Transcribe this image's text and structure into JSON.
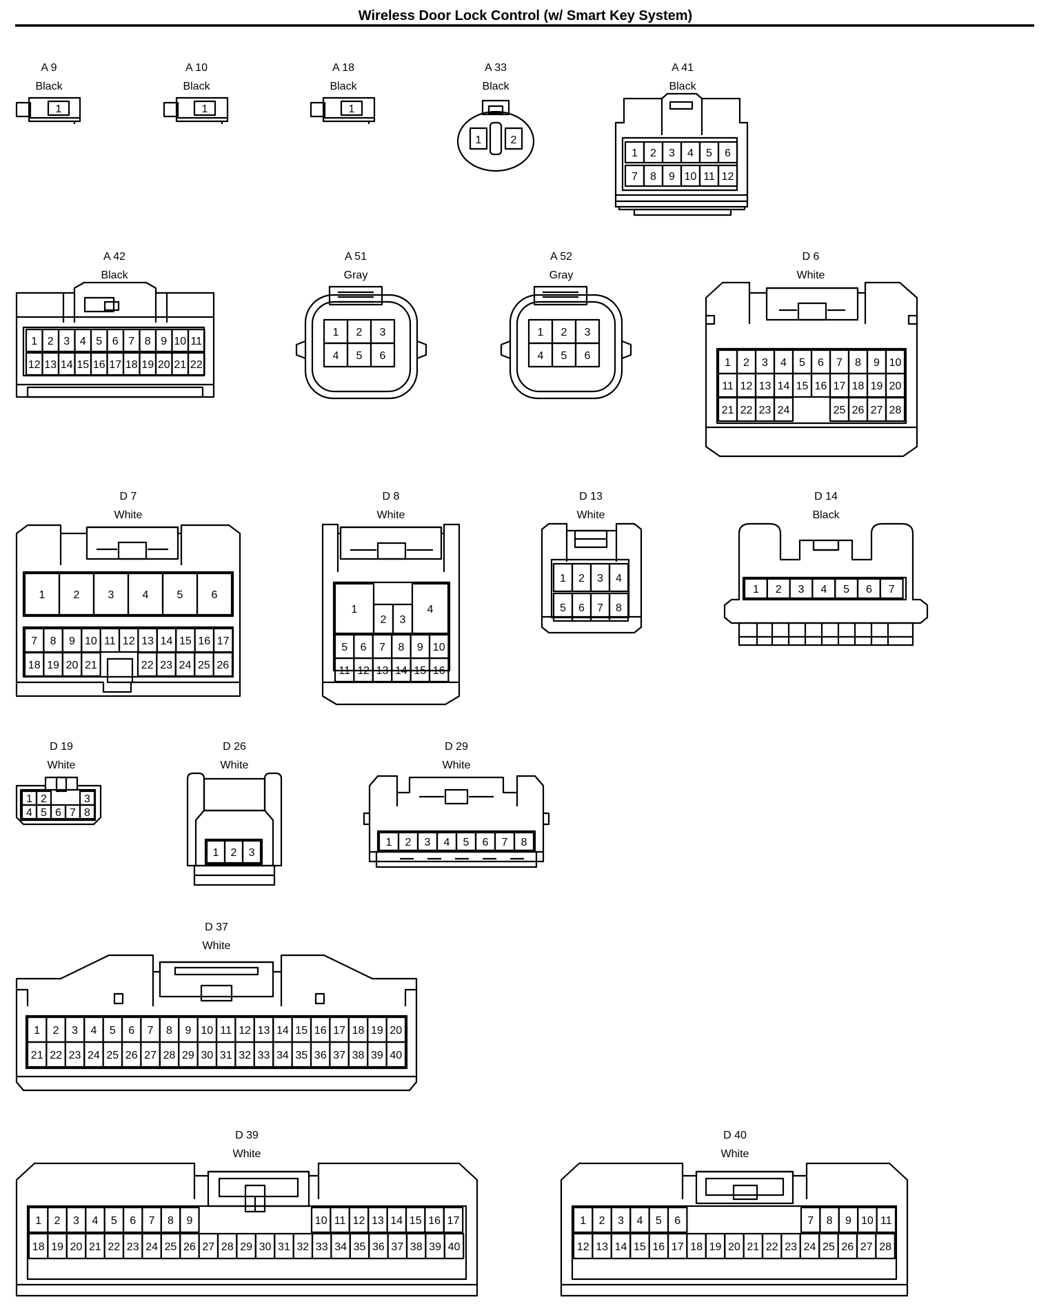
{
  "title": "Wireless Door Lock Control (w/ Smart Key System)",
  "connectors": [
    {
      "id": "A 9",
      "color": "Black",
      "pins": [
        "1"
      ]
    },
    {
      "id": "A 10",
      "color": "Black",
      "pins": [
        "1"
      ]
    },
    {
      "id": "A 18",
      "color": "Black",
      "pins": [
        "1"
      ]
    },
    {
      "id": "A 33",
      "color": "Black",
      "pins": [
        "1",
        "2"
      ]
    },
    {
      "id": "A 41",
      "color": "Black",
      "pins": [
        "1",
        "2",
        "3",
        "4",
        "5",
        "6",
        "7",
        "8",
        "9",
        "10",
        "11",
        "12"
      ]
    },
    {
      "id": "A 42",
      "color": "Black",
      "pins": [
        "1",
        "2",
        "3",
        "4",
        "5",
        "6",
        "7",
        "8",
        "9",
        "10",
        "11",
        "12",
        "13",
        "14",
        "15",
        "16",
        "17",
        "18",
        "19",
        "20",
        "21",
        "22"
      ]
    },
    {
      "id": "A 51",
      "color": "Gray",
      "pins": [
        "1",
        "2",
        "3",
        "4",
        "5",
        "6"
      ]
    },
    {
      "id": "A 52",
      "color": "Gray",
      "pins": [
        "1",
        "2",
        "3",
        "4",
        "5",
        "6"
      ]
    },
    {
      "id": "D 6",
      "color": "White",
      "pins": [
        "1",
        "2",
        "3",
        "4",
        "5",
        "6",
        "7",
        "8",
        "9",
        "10",
        "11",
        "12",
        "13",
        "14",
        "15",
        "16",
        "17",
        "18",
        "19",
        "20",
        "21",
        "22",
        "23",
        "24",
        "25",
        "26",
        "27",
        "28"
      ]
    },
    {
      "id": "D 7",
      "color": "White",
      "pins": [
        "1",
        "2",
        "3",
        "4",
        "5",
        "6",
        "7",
        "8",
        "9",
        "10",
        "11",
        "12",
        "13",
        "14",
        "15",
        "16",
        "17",
        "18",
        "19",
        "20",
        "21",
        "22",
        "23",
        "24",
        "25",
        "26"
      ]
    },
    {
      "id": "D 8",
      "color": "White",
      "pins": [
        "1",
        "2",
        "3",
        "4",
        "5",
        "6",
        "7",
        "8",
        "9",
        "10",
        "11",
        "12",
        "13",
        "14",
        "15",
        "16"
      ]
    },
    {
      "id": "D 13",
      "color": "White",
      "pins": [
        "1",
        "2",
        "3",
        "4",
        "5",
        "6",
        "7",
        "8"
      ]
    },
    {
      "id": "D 14",
      "color": "Black",
      "pins": [
        "1",
        "2",
        "3",
        "4",
        "5",
        "6",
        "7"
      ]
    },
    {
      "id": "D 19",
      "color": "White",
      "pins": [
        "1",
        "2",
        "3",
        "4",
        "5",
        "6",
        "7",
        "8"
      ]
    },
    {
      "id": "D 26",
      "color": "White",
      "pins": [
        "1",
        "2",
        "3"
      ]
    },
    {
      "id": "D 29",
      "color": "White",
      "pins": [
        "1",
        "2",
        "3",
        "4",
        "5",
        "6",
        "7",
        "8"
      ]
    },
    {
      "id": "D 37",
      "color": "White",
      "pins": [
        "1",
        "2",
        "3",
        "4",
        "5",
        "6",
        "7",
        "8",
        "9",
        "10",
        "11",
        "12",
        "13",
        "14",
        "15",
        "16",
        "17",
        "18",
        "19",
        "20",
        "21",
        "22",
        "23",
        "24",
        "25",
        "26",
        "27",
        "28",
        "29",
        "30",
        "31",
        "32",
        "33",
        "34",
        "35",
        "36",
        "37",
        "38",
        "39",
        "40"
      ]
    },
    {
      "id": "D 39",
      "color": "White",
      "pins": [
        "1",
        "2",
        "3",
        "4",
        "5",
        "6",
        "7",
        "8",
        "9",
        "10",
        "11",
        "12",
        "13",
        "14",
        "15",
        "16",
        "17",
        "18",
        "19",
        "20",
        "21",
        "22",
        "23",
        "24",
        "25",
        "26",
        "27",
        "28",
        "29",
        "30",
        "31",
        "32",
        "33",
        "34",
        "35",
        "36",
        "37",
        "38",
        "39",
        "40"
      ]
    },
    {
      "id": "D 40",
      "color": "White",
      "pins": [
        "1",
        "2",
        "3",
        "4",
        "5",
        "6",
        "7",
        "8",
        "9",
        "10",
        "11",
        "12",
        "13",
        "14",
        "15",
        "16",
        "17",
        "18",
        "19",
        "20",
        "21",
        "22",
        "23",
        "24",
        "25",
        "26",
        "27",
        "28"
      ]
    }
  ]
}
